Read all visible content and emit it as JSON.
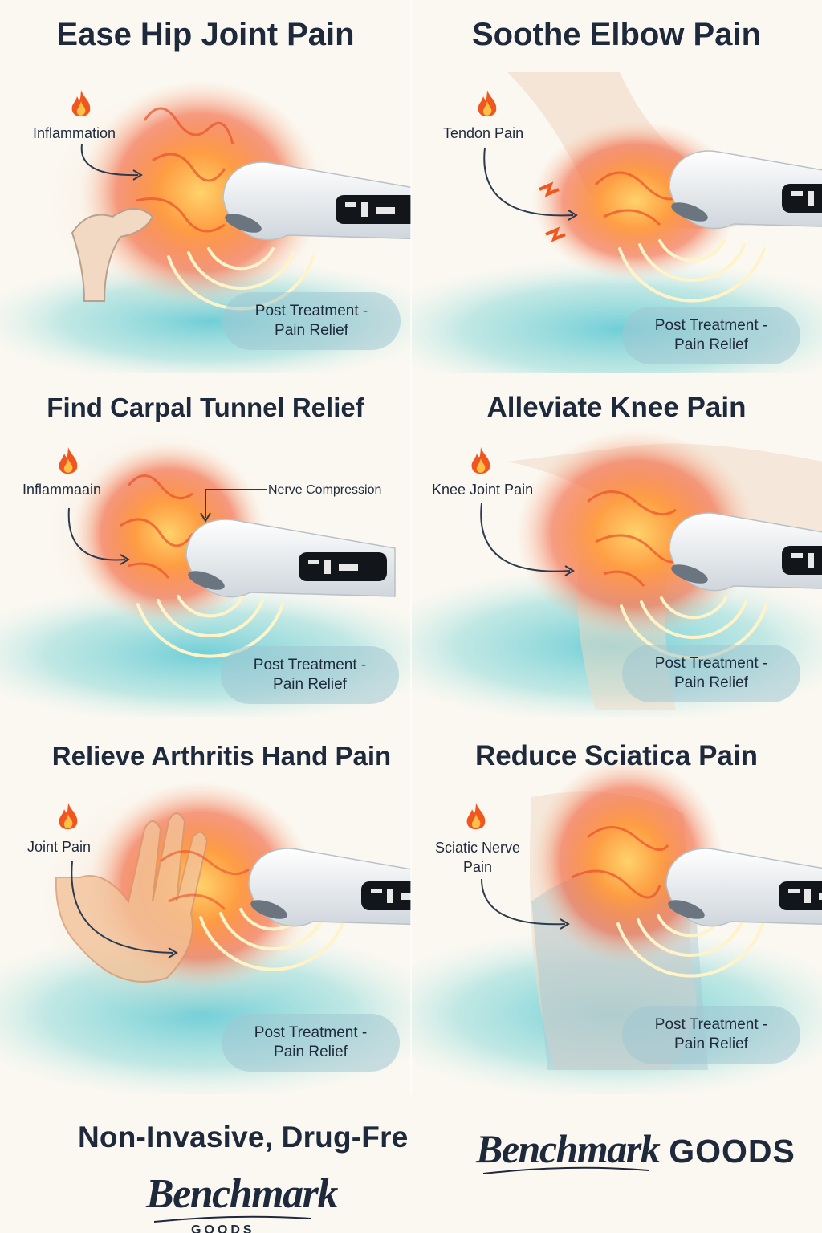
{
  "colors": {
    "navy": "#1e2a3c",
    "inflame": "#f26a2e",
    "glow": "#ffb347",
    "teal": "#6fcfd6",
    "pill": "#a0c6d2",
    "bg": "#fbf8f1"
  },
  "icons": {
    "flame": "flame-icon",
    "device": "ultrasound-device-icon"
  },
  "panels": [
    {
      "title": "Ease Hip Joint Pain",
      "callout": "Inflammation",
      "badge_line1": "Post Treatment -",
      "badge_line2": "Pain Relief"
    },
    {
      "title": "Soothe Elbow Pain",
      "callout": "Tendon Pain",
      "badge_line1": "Post Treatment -",
      "badge_line2": "Pain Relief"
    },
    {
      "title": "Find Carpal Tunnel Relief",
      "callout": "Inflammaain",
      "callout2": "Nerve Compression",
      "badge_line1": "Post Treatment -",
      "badge_line2": "Pain Relief"
    },
    {
      "title": "Alleviate Knee Pain",
      "callout": "Knee Joint Pain",
      "badge_line1": "Post Treatment -",
      "badge_line2": "Pain Relief"
    },
    {
      "title": "Relieve Arthritis Hand Pain",
      "callout": "Joint Pain",
      "badge_line1": "Post Treatment -",
      "badge_line2": "Pain Relief"
    },
    {
      "title": "Reduce Sciatica Pain",
      "callout_line1": "Sciatic Nerve",
      "callout_line2": "Pain",
      "badge_line1": "Post Treatment -",
      "badge_line2": "Pain Relief"
    }
  ],
  "footer": {
    "tagline": "Non-Invasive, Drug-Fre",
    "logo_script": "Benchmark",
    "logo_sub": "GOODS",
    "logo_right_script": "Benchmark",
    "logo_right_goods": "GOODS"
  }
}
